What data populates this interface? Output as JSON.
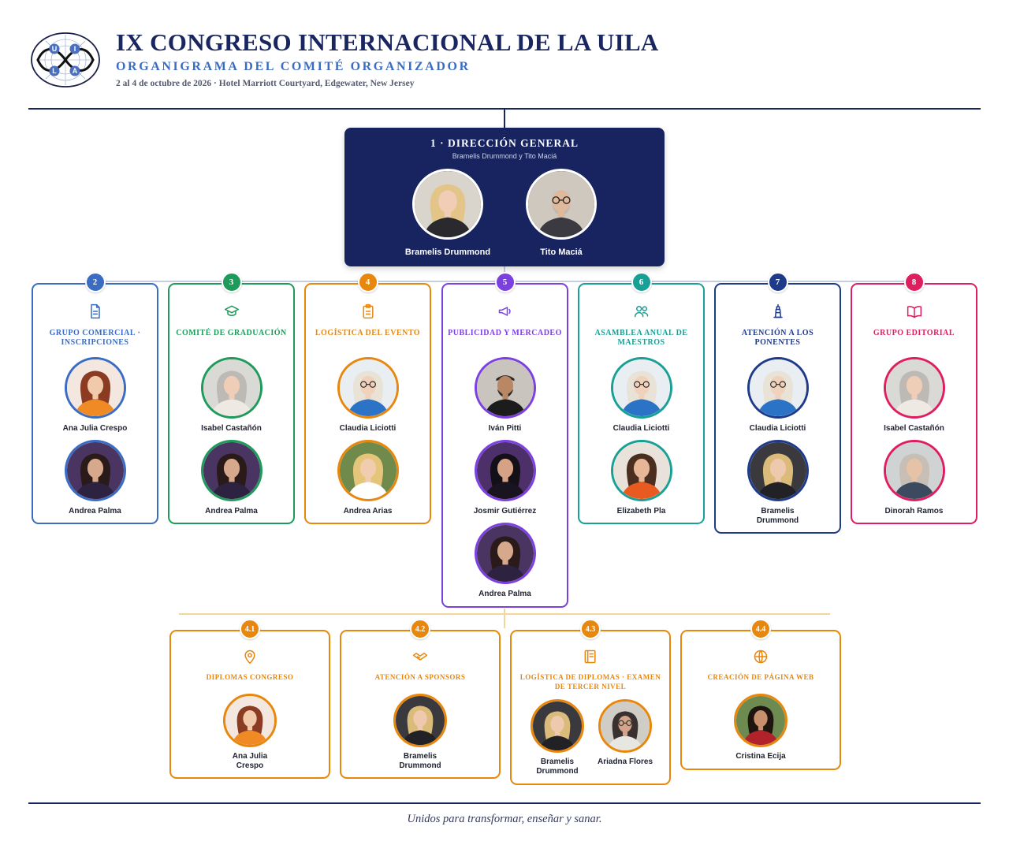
{
  "header": {
    "title": "IX CONGRESO INTERNACIONAL DE LA UILA",
    "subtitle": "ORGANIGRAMA DEL COMITÉ ORGANIZADOR",
    "dateline": "2 al 4 de octubre de 2026 · Hotel Marriott Courtyard, Edgewater, New Jersey",
    "logo_letters": [
      "U",
      "I",
      "L",
      "A"
    ]
  },
  "director": {
    "title": "1 · DIRECCIÓN GENERAL",
    "subtitle": "Bramelis Drummond y Tito Maciá",
    "people": [
      "Bramelis Drummond",
      "Tito Maciá"
    ]
  },
  "departments": [
    {
      "num": "2",
      "title": "GRUPO COMERCIAL · INSCRIPCIONES",
      "color": "#3a6cc4",
      "icon": "document-icon",
      "people": [
        "Ana Julia Crespo",
        "Andrea Palma"
      ]
    },
    {
      "num": "3",
      "title": "COMITÉ DE GRADUACIÓN",
      "color": "#1e9a5a",
      "icon": "graduation-cap-icon",
      "people": [
        "Isabel Castañón",
        "Andrea Palma"
      ]
    },
    {
      "num": "4",
      "title": "LOGÍSTICA DEL EVENTO",
      "color": "#e8870e",
      "icon": "clipboard-icon",
      "people": [
        "Claudia Liciotti",
        "Andrea Arias"
      ]
    },
    {
      "num": "5",
      "title": "PUBLICIDAD Y MERCADEO",
      "color": "#7c3fe0",
      "icon": "megaphone-icon",
      "people": [
        "Iván Pitti",
        "Josmir Gutiérrez",
        "Andrea Palma"
      ]
    },
    {
      "num": "6",
      "title": "ASAMBLEA ANUAL DE MAESTROS",
      "color": "#18a096",
      "icon": "users-icon",
      "people": [
        "Claudia Liciotti",
        "Elizabeth Pla"
      ]
    },
    {
      "num": "7",
      "title": "ATENCIÓN A LOS PONENTES",
      "color": "#1e3a8a",
      "icon": "lighthouse-icon",
      "people": [
        "Claudia Liciotti",
        "Bramelis Drummond"
      ]
    },
    {
      "num": "8",
      "title": "GRUPO EDITORIAL",
      "color": "#de1e5e",
      "icon": "book-icon",
      "people": [
        "Isabel Castañón",
        "Dinorah Ramos"
      ]
    }
  ],
  "subgroups": [
    {
      "num": "4.1",
      "title": "DIPLOMAS CONGRESO",
      "icon": "map-pin-icon",
      "people": [
        "Ana Julia Crespo"
      ]
    },
    {
      "num": "4.2",
      "title": "ATENCIÓN A SPONSORS",
      "icon": "handshake-icon",
      "people": [
        "Bramelis Drummond"
      ]
    },
    {
      "num": "4.3",
      "title": "LOGÍSTICA DE DIPLOMAS · EXAMEN DE TERCER NIVEL",
      "icon": "notebook-icon",
      "people": [
        "Bramelis Drummond",
        "Ariadna Flores"
      ]
    },
    {
      "num": "4.4",
      "title": "CREACIÓN DE PÁGINA WEB",
      "icon": "globe-icon",
      "people": [
        "Cristina Ecija"
      ]
    }
  ],
  "subgroup_color": "#e8870e",
  "motto": "Unidos para transformar, enseñar y sanar."
}
